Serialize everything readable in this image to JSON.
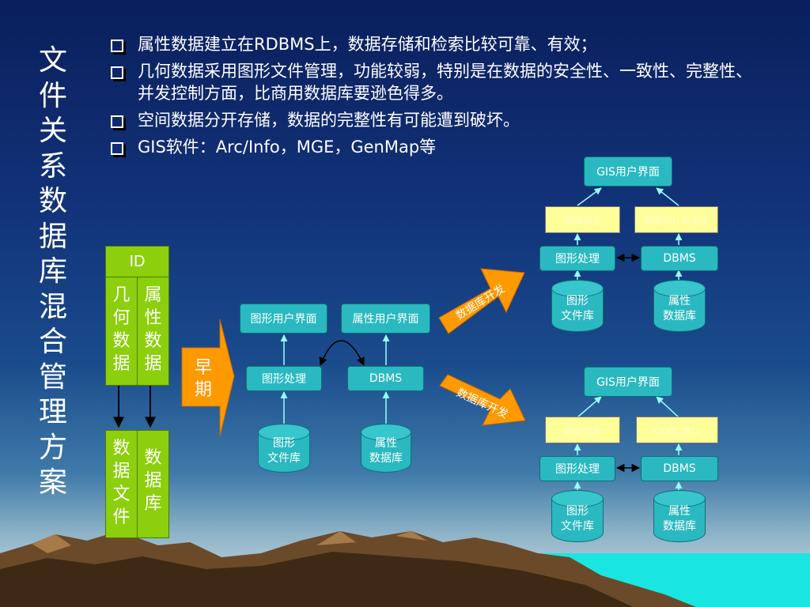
{
  "title": "文件关系数据库混合管理方案",
  "bullets": [
    "属性数据建立在RDBMS上，数据存储和检索比较可靠、有效；",
    "几何数据采用图形文件管理，功能较弱，特别是在数据的安全性、一致性、完整性、并发控制方面，比商用数据库要逊色得多。",
    "空间数据分开存储，数据的完整性有可能遭到破坏。",
    "GIS软件：Arc/Info，MGE，GenMap等"
  ],
  "left_model": {
    "id_label": "ID",
    "geometry": "几何数据",
    "attribute": "属性数据",
    "data_file": "数据文件",
    "database": "数据库"
  },
  "early_arrow": "早期",
  "middle": {
    "graphic_ui": "图形用户界面",
    "attr_ui": "属性用户界面",
    "graphic_proc": "图形处理",
    "dbms": "DBMS",
    "graphic_db": [
      "图形",
      "文件库"
    ],
    "attr_db": [
      "属性",
      "数据库"
    ]
  },
  "dev_arrow_top": "数据库开发",
  "dev_arrow_bottom": "数据库开发",
  "top_right": {
    "gis_ui": "GIS用户界面",
    "yellow_left": "高级语言",
    "yellow_right": "数据库开发语言",
    "graphic_proc": "图形处理",
    "dbms": "DBMS",
    "graphic_db": [
      "图形",
      "文件库"
    ],
    "attr_db": [
      "属性",
      "数据库"
    ]
  },
  "bottom_right": {
    "gis_ui": "GIS用户界面",
    "yellow_left": "高级语言",
    "yellow_right": "ODBC接口",
    "graphic_proc": "图形处理",
    "dbms": "DBMS",
    "graphic_db": [
      "图形",
      "文件库"
    ],
    "attr_db": [
      "属性",
      "数据库"
    ]
  },
  "colors": {
    "box": "#2ab9c0",
    "green": "#8ccf0c",
    "arrow": "#ff9900",
    "yellow": "#ffff99"
  }
}
